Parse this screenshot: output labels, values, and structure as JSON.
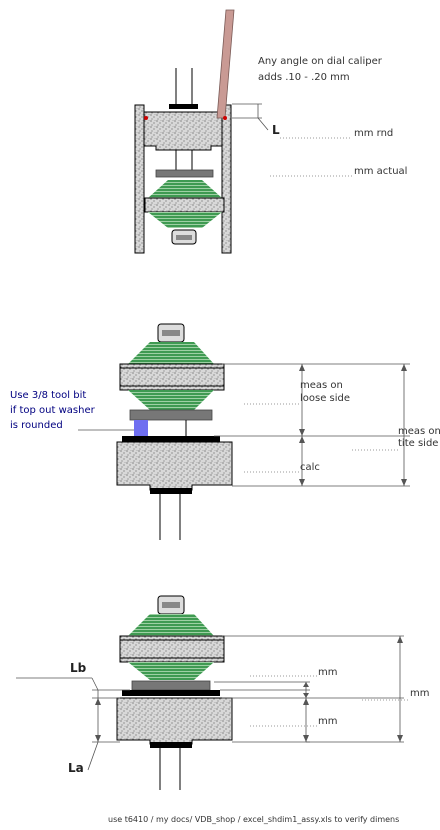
{
  "diagram_1": {
    "note_line1": "Any angle on dial caliper",
    "note_line2": "adds .10 - .20 mm",
    "label_L": "L",
    "label_mm_rnd": "mm rnd",
    "label_mm_actual": "mm actual"
  },
  "diagram_2": {
    "tool_note_line1": "Use 3/8 tool bit",
    "tool_note_line2": "if top out washer",
    "tool_note_line3": "is rounded",
    "meas_loose_line1": "meas on",
    "meas_loose_line2": "loose side",
    "meas_tite_line1": "meas on",
    "meas_tite_line2": "tite side",
    "calc": "calc"
  },
  "diagram_3": {
    "label_Lb": "Lb",
    "label_La": "La",
    "mm_upper": "mm",
    "mm_lower": "mm",
    "mm_total": "mm"
  },
  "footer": "use t6410 / my docs/ VDB_shop / excel_shdim1_assy.xls  to verify dimens",
  "colors": {
    "green": "#3f9a52",
    "speckle_body": "#cfcfcf",
    "rod": "#ffffff",
    "washer_gray": "#777777",
    "tool_bit": "#6f6ff0",
    "caliper": "#c99a94"
  }
}
